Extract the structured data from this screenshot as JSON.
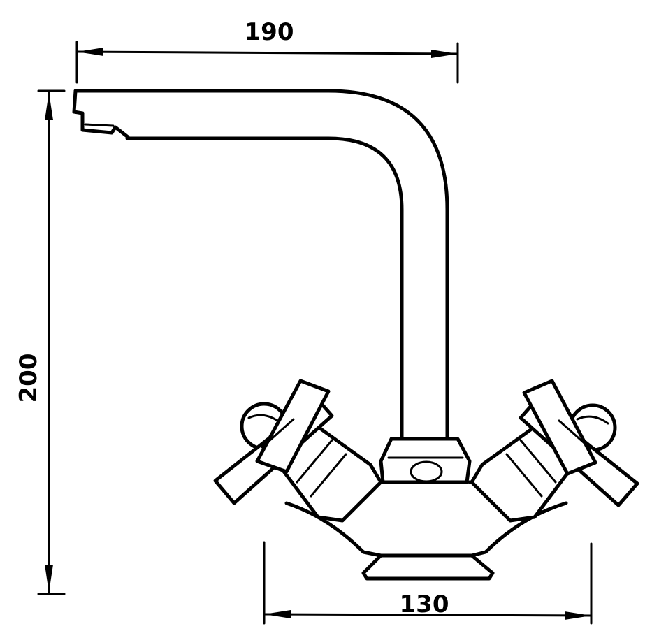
{
  "dimensions": {
    "spout_reach": "190",
    "height": "200",
    "handle_span": "130"
  },
  "colors": {
    "line": "#000000",
    "background": "#ffffff"
  }
}
